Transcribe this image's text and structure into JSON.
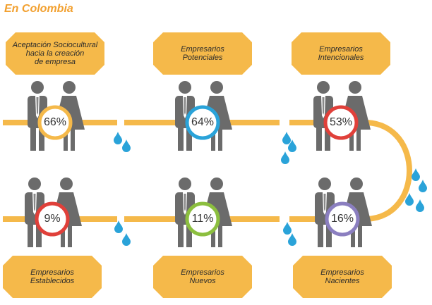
{
  "title": "En Colombia",
  "colors": {
    "accent": "#f5b94a",
    "pipe": "#f5b94a",
    "drop": "#2aa3d9",
    "person": "#6b6b6b",
    "ring_red": "#e0403a",
    "ring_blue": "#2aa3d9",
    "ring_green": "#8cbf3f",
    "ring_purple": "#8b7fc0",
    "ring_orange": "#f5b94a"
  },
  "stages": [
    {
      "label": "Aceptación Sociocultural\nhacia la creación\nde empresa",
      "value": "66%",
      "ring": "ring_orange"
    },
    {
      "label": "Empresarios\nPotenciales",
      "value": "64%",
      "ring": "ring_blue"
    },
    {
      "label": "Empresarios\nIntencionales",
      "value": "53%",
      "ring": "ring_red"
    },
    {
      "label": "Empresarios\nEstablecidos",
      "value": "9%",
      "ring": "ring_red"
    },
    {
      "label": "Empresarios\nNuevos",
      "value": "11%",
      "ring": "ring_green"
    },
    {
      "label": "Empresarios\nNacientes",
      "value": "16%",
      "ring": "ring_purple"
    }
  ]
}
